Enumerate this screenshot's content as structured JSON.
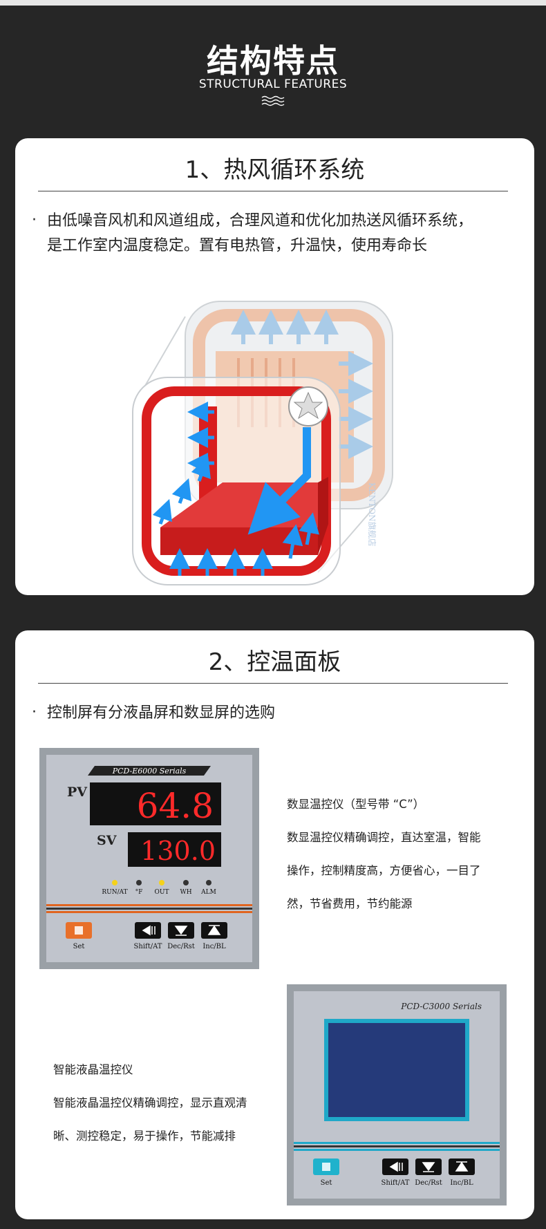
{
  "header": {
    "title": "结构特点",
    "subtitle": "STRUCTURAL FEATURES"
  },
  "section1": {
    "title": "1、热风循环系统",
    "bullet": "·",
    "text_line1": "由低噪音风机和风道组成，合理风道和优化加热送风循环系统，",
    "text_line2": "是工作室内温度稳定。置有电热管，升温快，使用寿命长",
    "watermark": "KENTON旗舰店"
  },
  "section2": {
    "title": "2、控温面板",
    "bullet": "·",
    "text": "控制屏有分液晶屏和数显屏的选购",
    "digital": {
      "model": "PCD-E6000 Serials",
      "pv_label": "PV",
      "pv_value": "64.8",
      "sv_label": "SV",
      "sv_value": "130.0",
      "indicators": [
        "RUN/AT",
        "°F",
        "OUT",
        "WH",
        "ALM"
      ],
      "buttons": [
        "Set",
        "Shift/AT",
        "Dec/Rst",
        "Inc/BL"
      ],
      "desc_title": "数显温控仪（型号带 “C”）",
      "desc_line1": "数显温控仪精确调控，直达室温，智能",
      "desc_line2": "操作，控制精度高，方便省心，一目了",
      "desc_line3": "然，节省费用，节约能源"
    },
    "lcd": {
      "model": "PCD-C3000 Serials",
      "buttons": [
        "Set",
        "Shift/AT",
        "Dec/Rst",
        "Inc/BL"
      ],
      "desc_title": "智能液晶温控仪",
      "desc_line1": "智能液晶温控仪精确调控，显示直观清",
      "desc_line2": "晰、测控稳定，易于操作，节能减排"
    }
  },
  "colors": {
    "background": "#262626",
    "card": "#ffffff",
    "heat_red": "#d91e1e",
    "arrow_blue": "#2196f3",
    "led_red": "#ff2a2a",
    "lcd_blue": "#253a7a",
    "lcd_frame": "#1fa8c8",
    "set_orange": "#e8702a"
  }
}
